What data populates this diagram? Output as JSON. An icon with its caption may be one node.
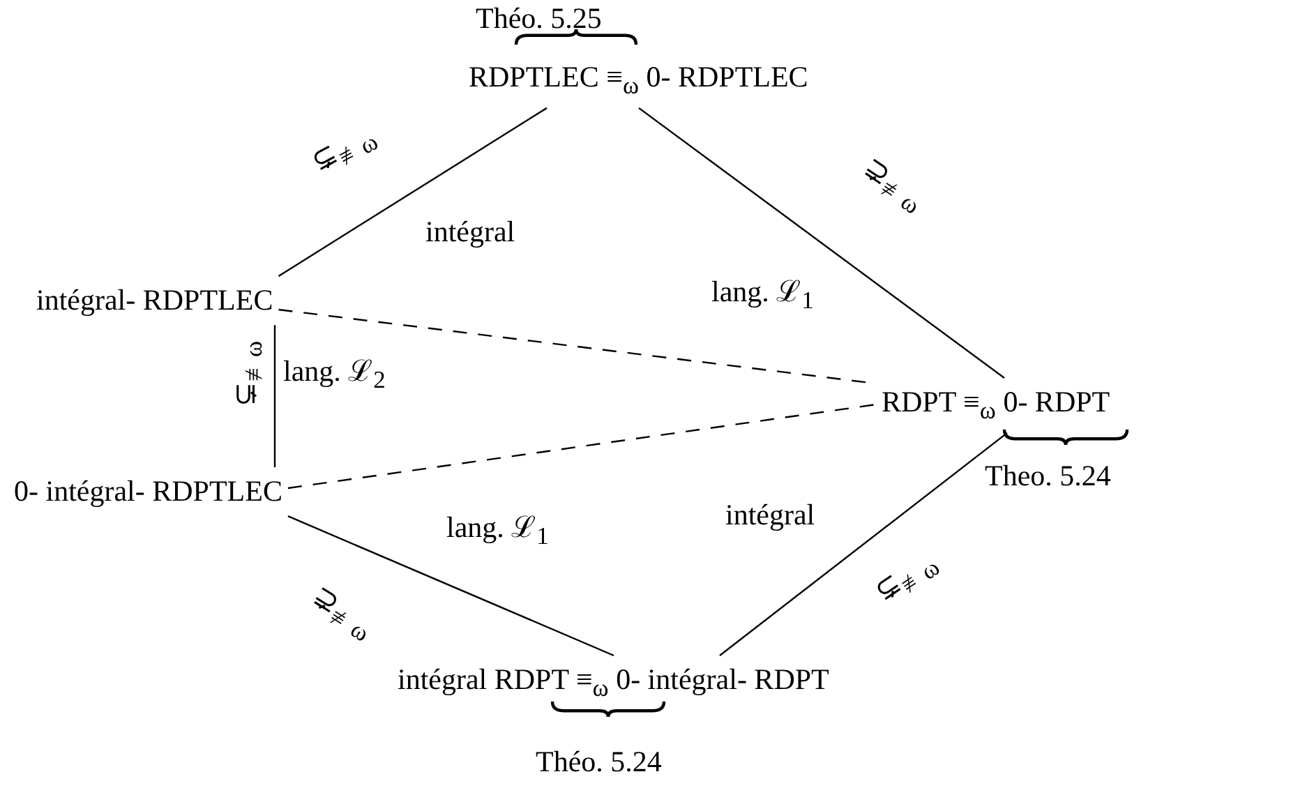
{
  "diagram": {
    "nodes": [
      {
        "text": [
          "RDPTLEC ≡$_{ω}$ 0- RDPTLEC"
        ],
        "beside": [
          "Théo. 5.25"
        ]
      },
      {
        "text": [
          "intégral- RDPTLEC"
        ]
      },
      {
        "text": [
          "RDPT ≡$_{ω}$ 0- RDPT"
        ],
        "beside": [
          "Theo. 5.24"
        ]
      },
      {
        "text": [
          "0- intégral- RDPTLEC"
        ]
      },
      {
        "text": [
          "intégral RDPT ≡$_{ω}$ 0- intégral- RDPT"
        ],
        "beside": [
          "Théo. 5.24"
        ]
      }
    ],
    "edges": [
      {
        "from": 1,
        "to": 0,
        "arrow": "none",
        "label": "intégral"
      },
      {
        "from": 0,
        "to": 2,
        "arrow": "none",
        "label": "lang. ℒ$_{1}$"
      },
      {
        "from": 1,
        "to": 2,
        "arrow": "none",
        "style": "dashed"
      },
      {
        "from": 1,
        "to": 3,
        "arrow": "none",
        "label": "lang. ℒ$_{2}$"
      },
      {
        "from": 3,
        "to": 2,
        "arrow": "none",
        "style": "dashed"
      },
      {
        "from": 3,
        "to": 4,
        "arrow": "none",
        "label": "lang. ℒ$_{1}$"
      },
      {
        "from": 4,
        "to": 2,
        "arrow": "none",
        "label": "intégral"
      }
    ],
    "labels": [
      "⊊$_{≢ω}$",
      "⊋$_{≢ω}$",
      "⊊$_{≢ω}$",
      "⊋$_{≢ω}$",
      "⊊$_{≢ω}$"
    ]
  }
}
